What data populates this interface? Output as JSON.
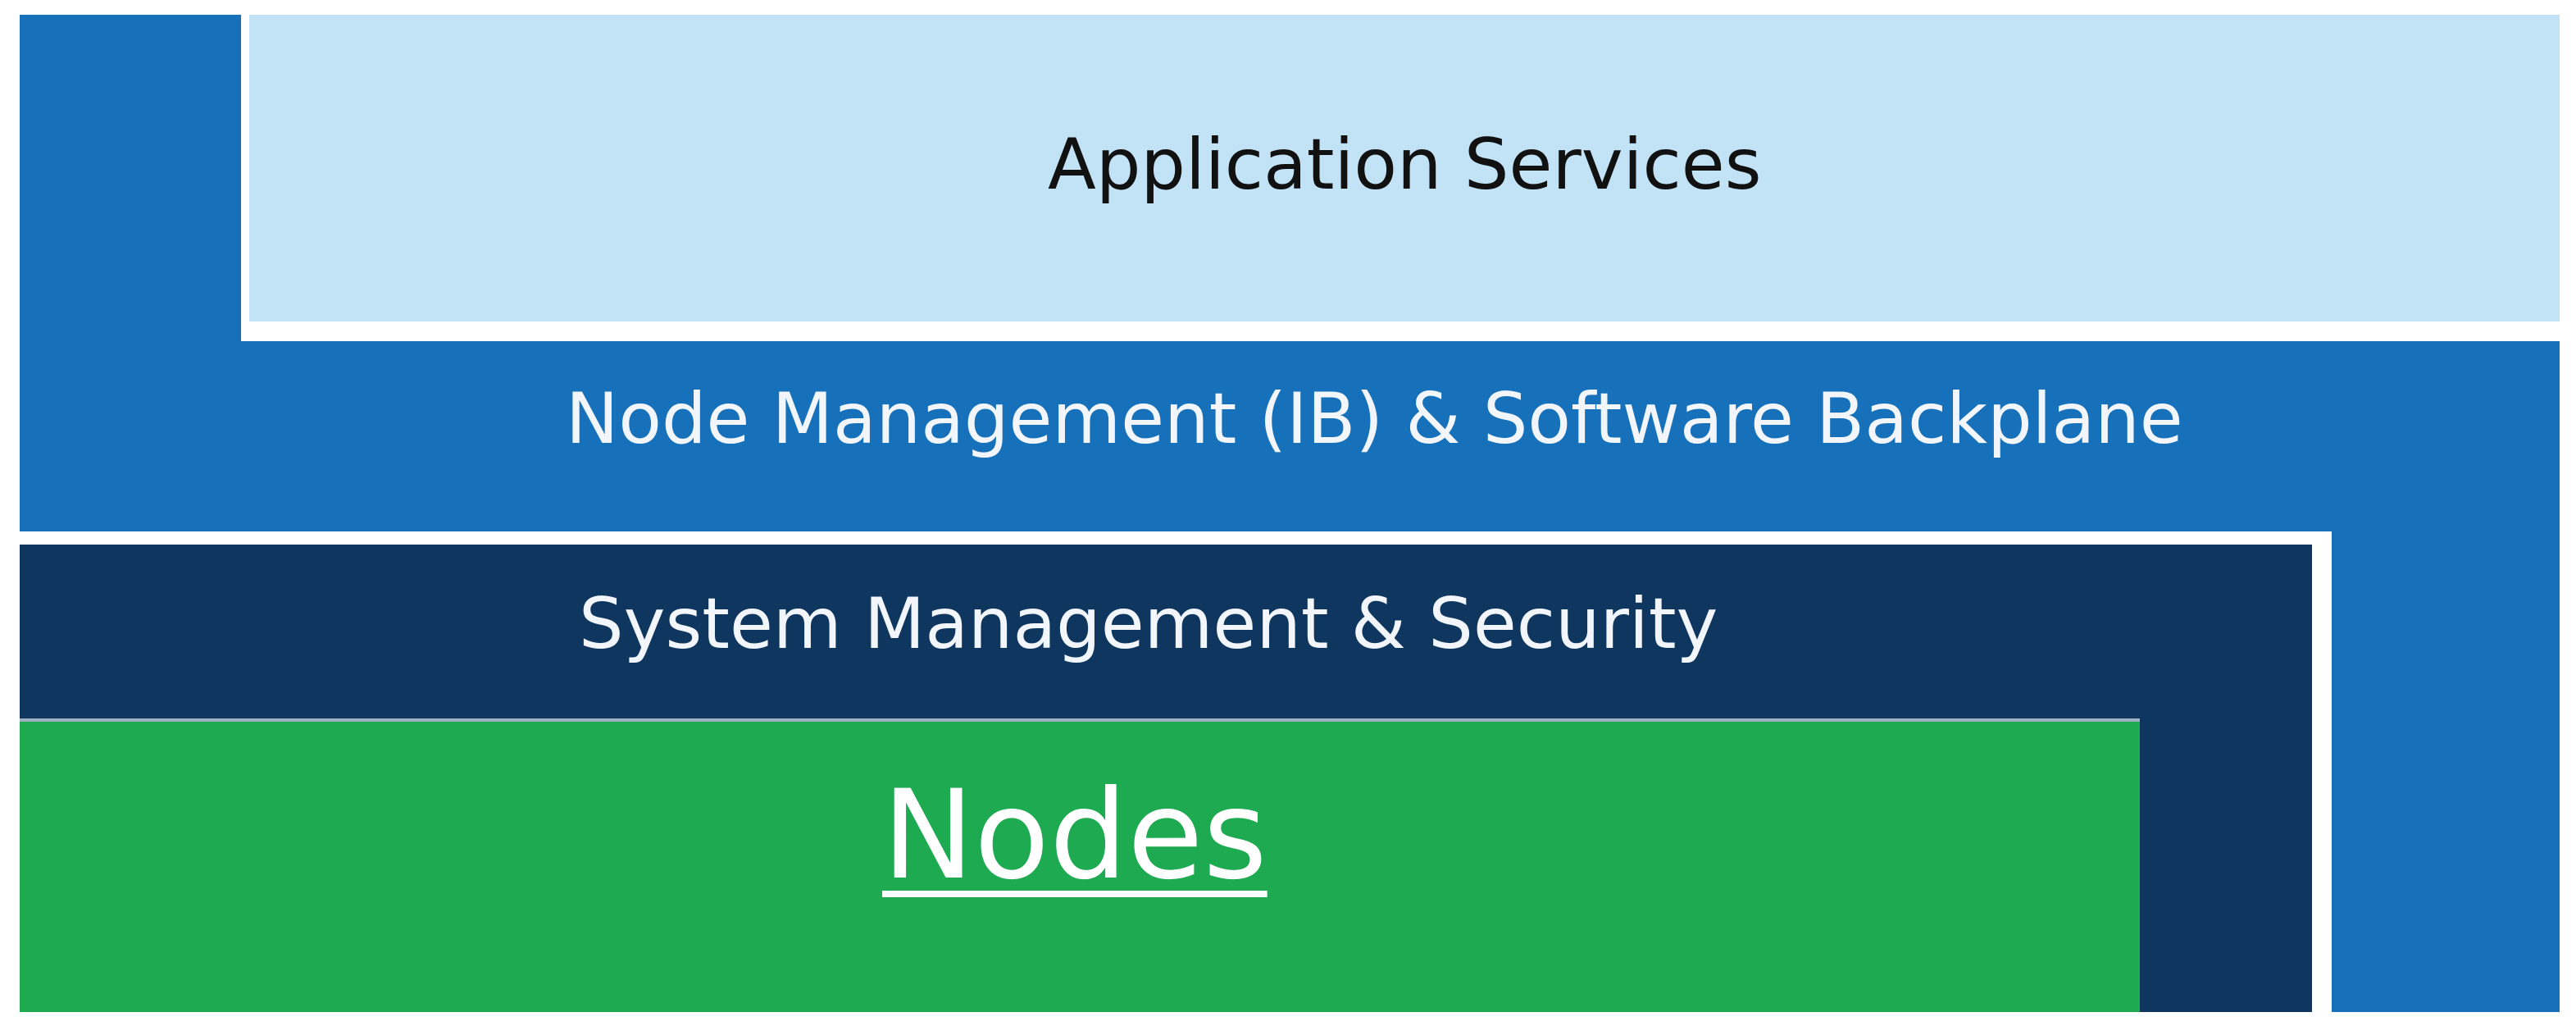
{
  "diagram": {
    "layers": {
      "application_services": {
        "label": "Application Services",
        "fill": "#c2e2f6",
        "text_color": "#111111"
      },
      "backplane": {
        "label": "Node Management (IB) & Software Backplane",
        "fill": "#1670ba",
        "text_color": "#f2f6fb"
      },
      "system_management": {
        "label": "System Management & Security",
        "fill": "#0e365e",
        "text_color": "#f2f6fb"
      },
      "nodes": {
        "label": "Nodes",
        "fill": "#1eaa50",
        "text_color": "#ffffff"
      }
    }
  }
}
